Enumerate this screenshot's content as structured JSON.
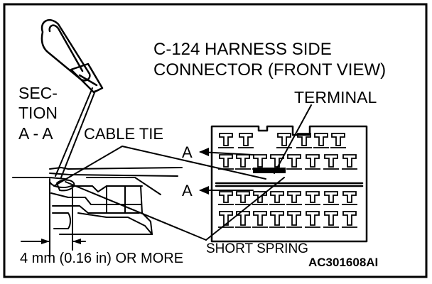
{
  "labels": {
    "title_line1": "C-124 HARNESS SIDE",
    "title_line2": "CONNECTOR (FRONT VIEW)",
    "terminal": "TERMINAL",
    "section_line1": "SEC-",
    "section_line2": "TION",
    "section_line3": "A - A",
    "cable_tie": "CABLE TIE",
    "arrow_a_upper": "A",
    "arrow_a_lower": "A",
    "distance": "4 mm (0.16 in) OR MORE",
    "short_spring": "SHORT SPRING",
    "figure_code": "AC301608AI"
  },
  "colors": {
    "ink": "#000000",
    "background": "#ffffff"
  }
}
